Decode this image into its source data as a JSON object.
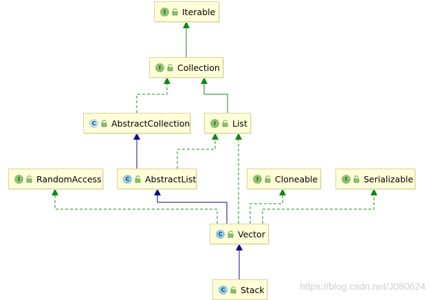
{
  "nodes": {
    "iterable": {
      "name": "Iterable",
      "kind": "I"
    },
    "collection": {
      "name": "Collection",
      "kind": "I"
    },
    "abstract_collection": {
      "name": "AbstractCollection",
      "kind": "C"
    },
    "list": {
      "name": "List",
      "kind": "I"
    },
    "random_access": {
      "name": "RandomAccess",
      "kind": "I"
    },
    "abstract_list": {
      "name": "AbstractList",
      "kind": "C"
    },
    "cloneable": {
      "name": "Cloneable",
      "kind": "I"
    },
    "serializable": {
      "name": "Serializable",
      "kind": "I"
    },
    "vector": {
      "name": "Vector",
      "kind": "C"
    },
    "stack": {
      "name": "Stack",
      "kind": "C"
    }
  },
  "edges": [
    {
      "from": "collection",
      "to": "iterable",
      "relation": "extends-interface"
    },
    {
      "from": "abstract_collection",
      "to": "collection",
      "relation": "implements"
    },
    {
      "from": "list",
      "to": "collection",
      "relation": "extends-interface"
    },
    {
      "from": "abstract_list",
      "to": "abstract_collection",
      "relation": "extends"
    },
    {
      "from": "abstract_list",
      "to": "list",
      "relation": "implements"
    },
    {
      "from": "vector",
      "to": "random_access",
      "relation": "implements"
    },
    {
      "from": "vector",
      "to": "abstract_list",
      "relation": "extends"
    },
    {
      "from": "vector",
      "to": "list",
      "relation": "implements"
    },
    {
      "from": "vector",
      "to": "cloneable",
      "relation": "implements"
    },
    {
      "from": "vector",
      "to": "serializable",
      "relation": "implements"
    },
    {
      "from": "stack",
      "to": "vector",
      "relation": "extends"
    }
  ],
  "colors": {
    "interface_edge": "#118811",
    "class_edge": "#0a0a88",
    "node_fill": "#fffed8",
    "node_border": "#d9d29a"
  },
  "watermark": "https://blog.csdn.net/J080624"
}
